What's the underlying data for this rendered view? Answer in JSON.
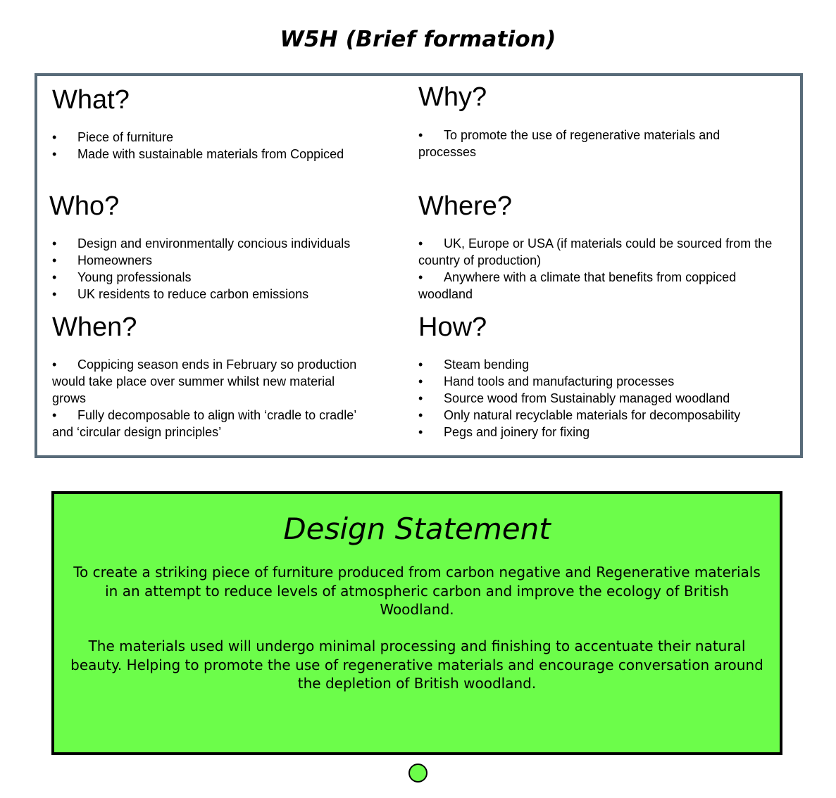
{
  "title": "W5H (Brief formation)",
  "w5h": {
    "what": {
      "heading": "What?",
      "items": [
        "Piece of furniture",
        "Made with sustainable materials from Coppiced"
      ]
    },
    "why": {
      "heading": "Why?",
      "items": [
        "To promote the use of regenerative materials and processes"
      ]
    },
    "who": {
      "heading": "Who?",
      "items": [
        "Design and environmentally concious individuals",
        "Homeowners",
        "Young professionals",
        "UK residents to reduce carbon emissions"
      ]
    },
    "where": {
      "heading": "Where?",
      "items": [
        "UK, Europe or USA (if materials could be sourced from the country of production)",
        "Anywhere with a climate that benefits from coppiced woodland"
      ]
    },
    "when": {
      "heading": "When?",
      "items": [
        "Coppicing season ends in February so production would take place over summer whilst new material grows",
        "Fully decomposable to align with ‘cradle to cradle’ and ‘circular design principles’"
      ]
    },
    "how": {
      "heading": "How?",
      "items": [
        "Steam bending",
        "Hand tools and manufacturing processes",
        "Source wood from Sustainably managed woodland",
        "Only natural recyclable materials for decomposability",
        "Pegs and joinery for fixing"
      ]
    }
  },
  "design_statement": {
    "title": "Design Statement",
    "paragraph1": "To create a striking piece of furniture produced from carbon negative and Regenerative materials in an attempt to reduce levels of atmospheric carbon and improve the ecology of British Woodland.",
    "paragraph2": "The materials used will undergo minimal processing and finishing to accentuate their natural beauty. Helping to promote the use of regenerative materials and encourage conversation around the depletion of British woodland."
  },
  "colors": {
    "panel_border": "#586b79",
    "statement_fill": "#6cfd4a",
    "statement_border": "#000000"
  }
}
